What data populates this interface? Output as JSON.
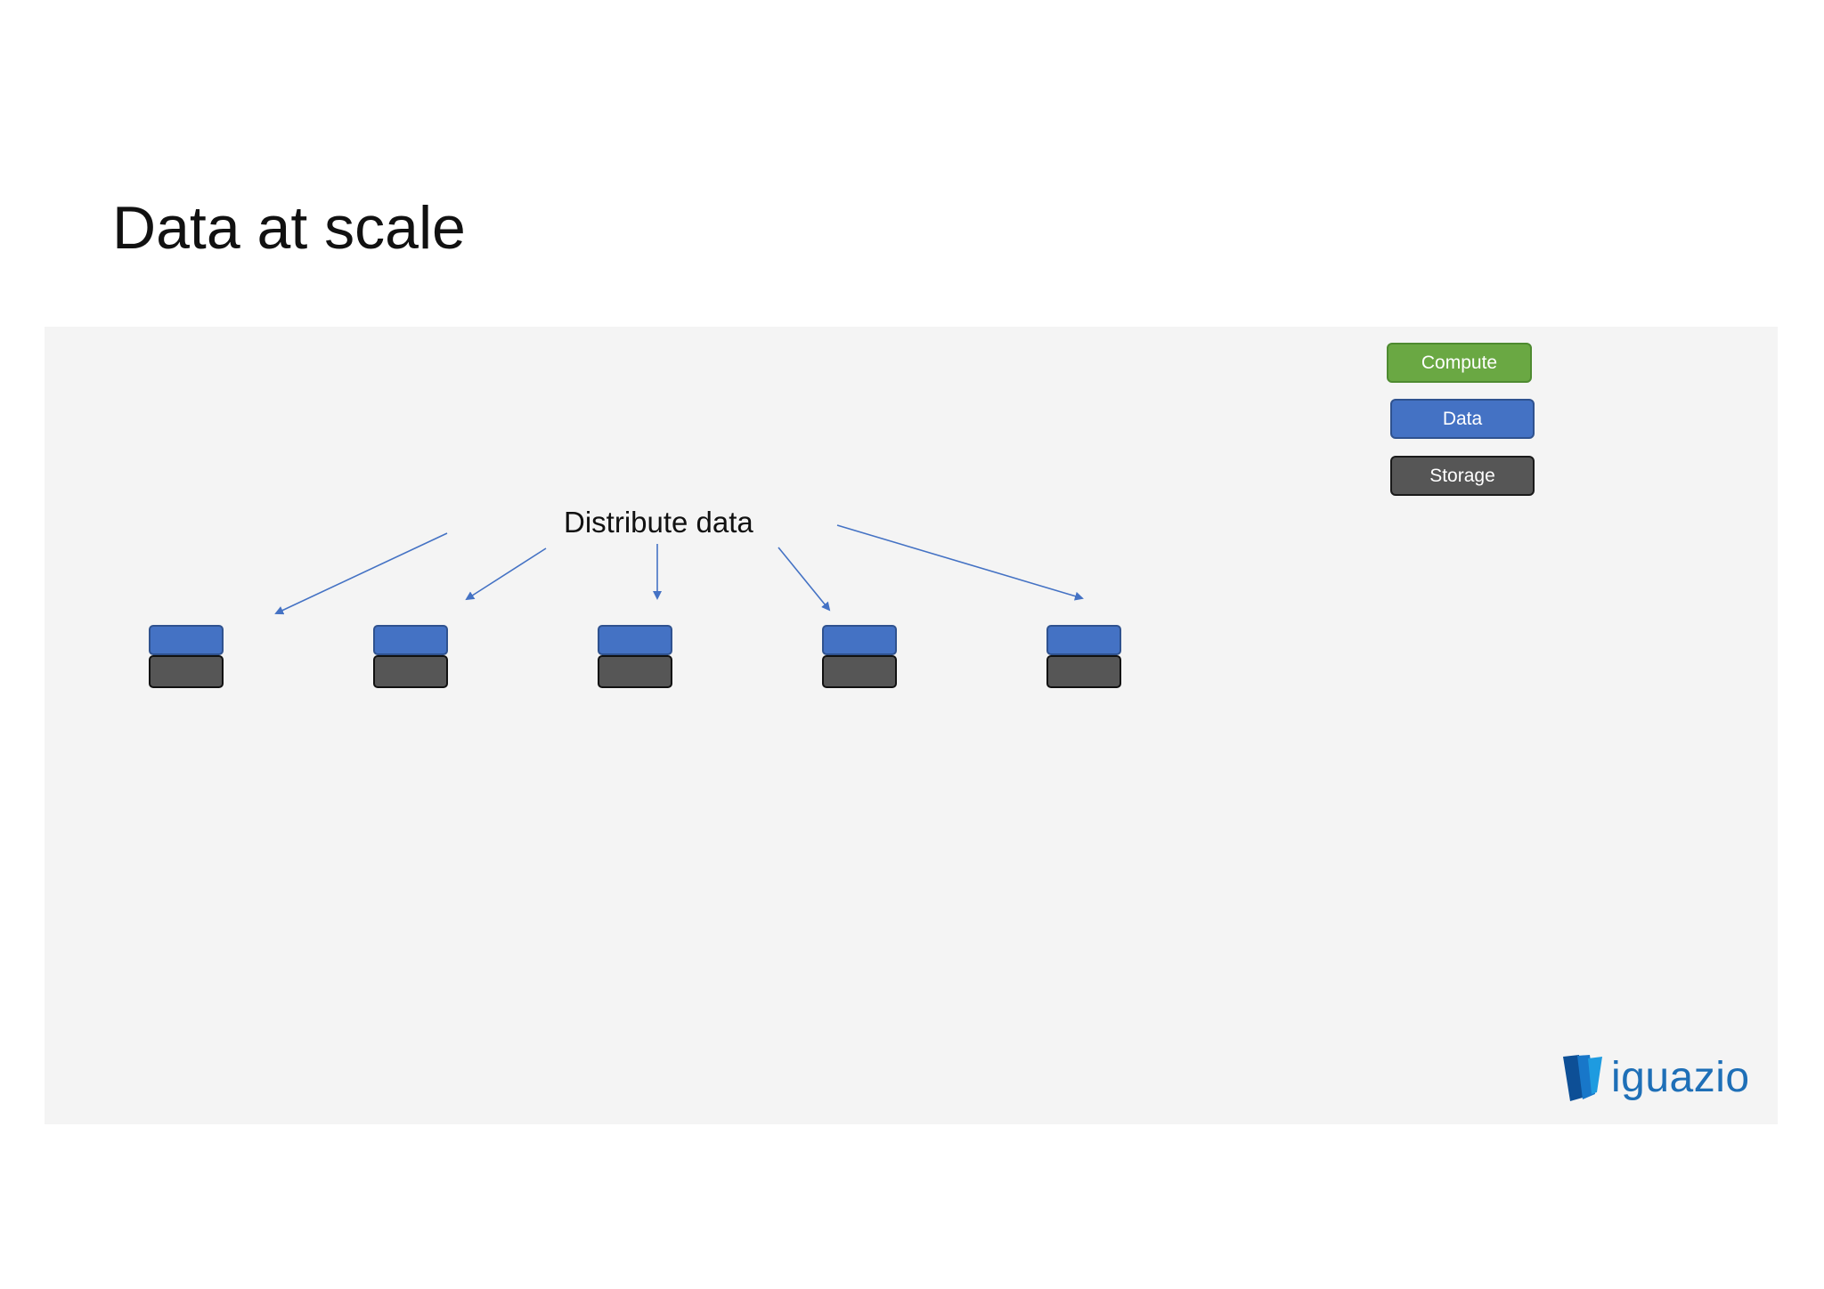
{
  "slide": {
    "title": "Data at scale"
  },
  "legend": {
    "compute_label": "Compute",
    "data_label": "Data",
    "storage_label": "Storage",
    "colors": {
      "compute": "#6aa843",
      "data": "#4472c4",
      "storage": "#565656",
      "arrow": "#4472c4"
    }
  },
  "diagram": {
    "distribute_label": "Distribute data",
    "node_count": 5
  },
  "logo": {
    "text": "iguazio"
  }
}
